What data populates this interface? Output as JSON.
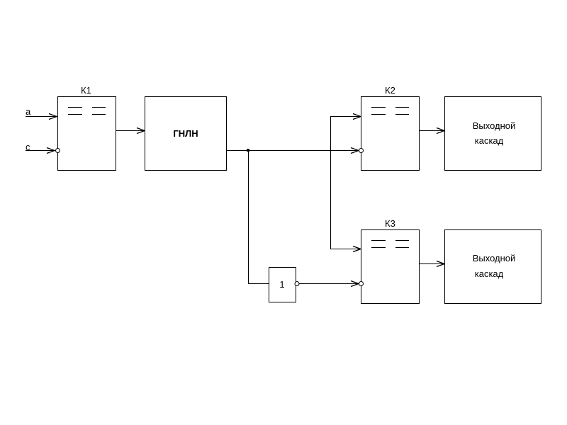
{
  "diagram": {
    "inputs": {
      "a": "a",
      "c": "c"
    },
    "comparators": {
      "k1": {
        "label": "К1"
      },
      "k2": {
        "label": "К2"
      },
      "k3": {
        "label": "К3"
      }
    },
    "generator": {
      "label": "ГНЛН"
    },
    "inverter": {
      "label": "1"
    },
    "output_stage_1": {
      "line1": "Выходной",
      "line2": "каскад"
    },
    "output_stage_2": {
      "line1": "Выходной",
      "line2": "каскад"
    }
  }
}
